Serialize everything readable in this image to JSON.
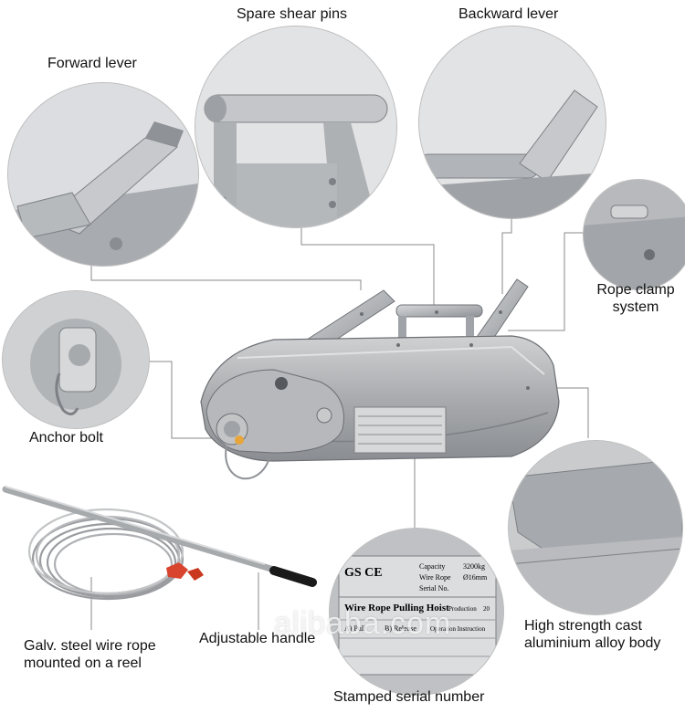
{
  "labels": {
    "forward_lever": "Forward lever",
    "spare_shear_pins": "Spare shear pins",
    "backward_lever": "Backward lever",
    "rope_clamp_line1": "Rope clamp",
    "rope_clamp_line2": "system",
    "anchor_bolt": "Anchor bolt",
    "wire_rope_line1": "Galv. steel wire rope",
    "wire_rope_line2": "mounted on a reel",
    "adjustable_handle": "Adjustable handle",
    "serial_number": "Stamped serial number",
    "alloy_body_line1": "High strength cast",
    "alloy_body_line2": "aluminium alloy body"
  },
  "plate": {
    "brand_marks": "GS CE",
    "title": "Wire Rope Pulling Hoist",
    "capacity_label": "Capacity",
    "capacity_value": "3200kg",
    "rope_label": "Wire Rope",
    "rope_value": "Ø16mm",
    "serial_label": "Serial No.",
    "production_label": "Production",
    "production_value": "20",
    "pull": "A) Pull",
    "release": "B) Release",
    "operation": "Operation Instruction"
  },
  "watermark": "alibaba.com",
  "colors": {
    "body": "#a9abae",
    "body_light": "#c8cacc",
    "body_dark": "#7d8084",
    "lever": "#b9bcc0",
    "chain": "#8e9196",
    "handle_grip": "#1a1a1a",
    "hook_red": "#d8442e",
    "leader_line": "#8a8a8a"
  }
}
